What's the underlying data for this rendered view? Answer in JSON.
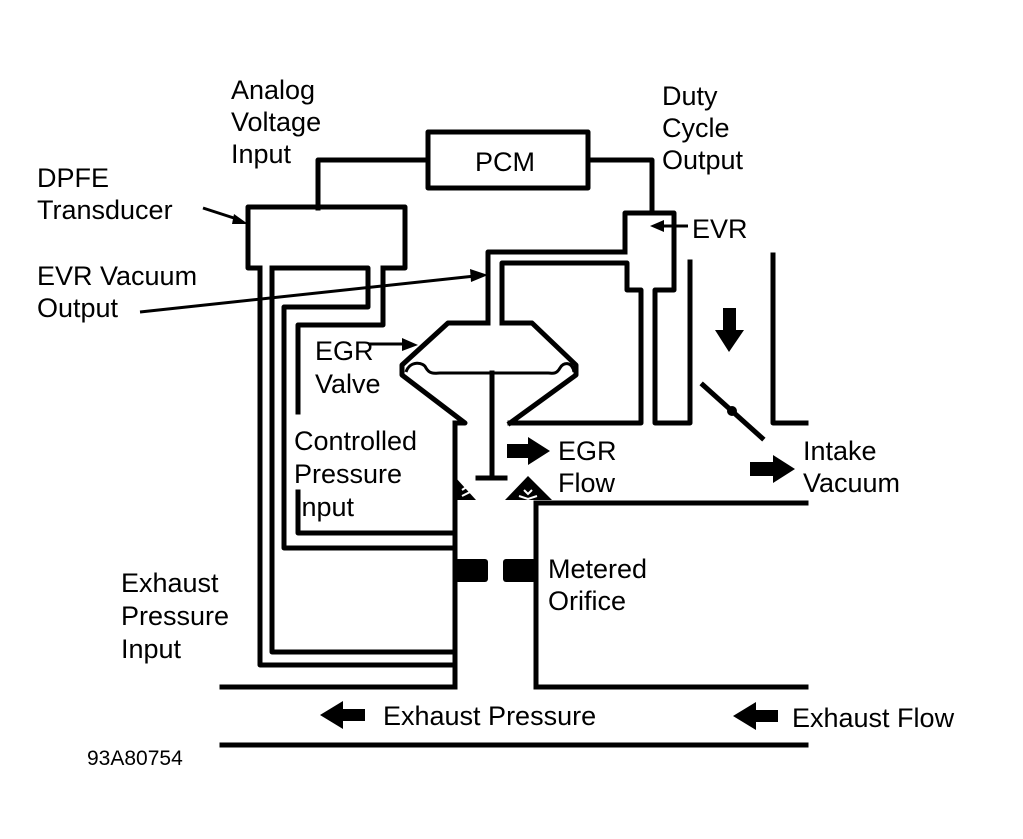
{
  "labels": {
    "pcm": "PCM",
    "analog_voltage_input": [
      "Analog",
      "Voltage",
      "Input"
    ],
    "duty_cycle_output": [
      "Duty",
      "Cycle",
      "Output"
    ],
    "dpfe_transducer": [
      "DPFE",
      "Transducer"
    ],
    "evr": "EVR",
    "evr_vacuum_output": [
      "EVR Vacuum",
      "Output"
    ],
    "egr_valve": [
      "EGR",
      "Valve"
    ],
    "controlled_pressure_input": [
      "Controlled",
      "Pressure",
      "Input"
    ],
    "egr_flow": [
      "EGR",
      "Flow"
    ],
    "intake_vacuum": [
      "Intake",
      "Vacuum"
    ],
    "metered_orifice": [
      "Metered",
      "Orifice"
    ],
    "exhaust_pressure_input": [
      "Exhaust",
      "Pressure",
      "Input"
    ],
    "exhaust_pressure": "Exhaust Pressure",
    "exhaust_flow": "Exhaust Flow",
    "figure_code": "93A80754"
  },
  "icons": {
    "flow_arrow": "arrow-icon",
    "throttle": "throttle-plate-icon"
  },
  "colors": {
    "line": "#000000",
    "background": "#ffffff"
  }
}
